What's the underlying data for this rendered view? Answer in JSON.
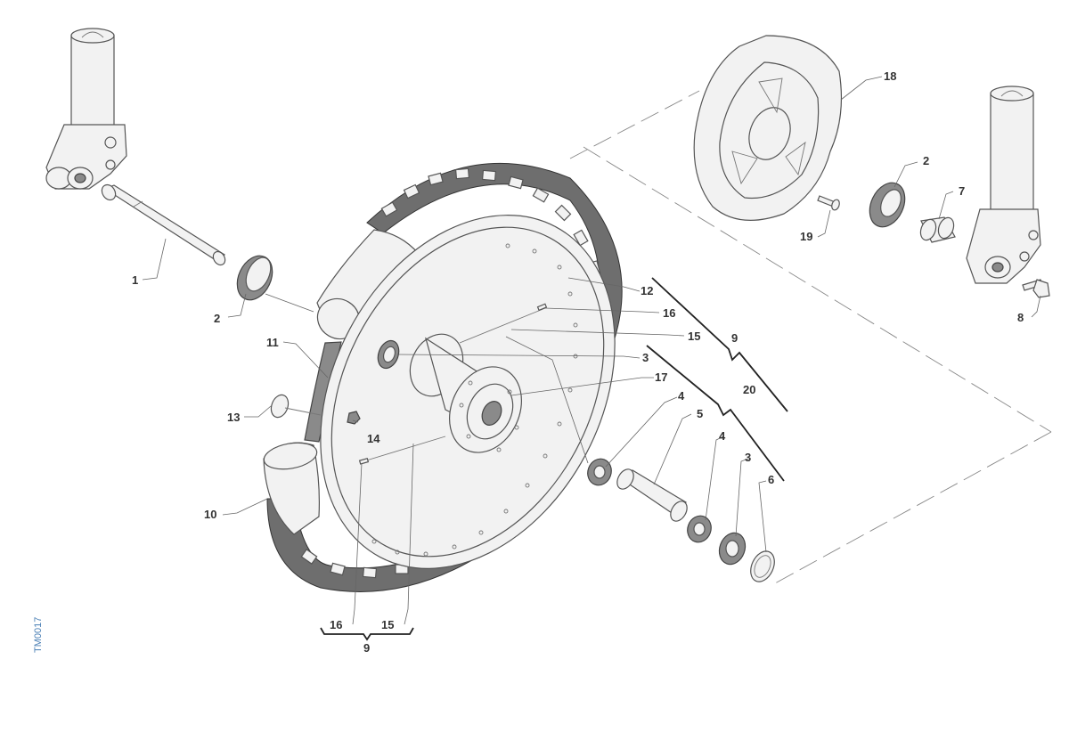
{
  "diagram": {
    "reference_code": "TM0017",
    "callouts": [
      {
        "id": "c1",
        "text": "1"
      },
      {
        "id": "c2a",
        "text": "2"
      },
      {
        "id": "c2b",
        "text": "2"
      },
      {
        "id": "c3a",
        "text": "3"
      },
      {
        "id": "c3b",
        "text": "3"
      },
      {
        "id": "c4a",
        "text": "4"
      },
      {
        "id": "c4b",
        "text": "4"
      },
      {
        "id": "c5",
        "text": "5"
      },
      {
        "id": "c6",
        "text": "6"
      },
      {
        "id": "c7",
        "text": "7"
      },
      {
        "id": "c8",
        "text": "8"
      },
      {
        "id": "c9a",
        "text": "9"
      },
      {
        "id": "c9b",
        "text": "9"
      },
      {
        "id": "c10",
        "text": "10"
      },
      {
        "id": "c11",
        "text": "11"
      },
      {
        "id": "c12",
        "text": "12"
      },
      {
        "id": "c13",
        "text": "13"
      },
      {
        "id": "c14",
        "text": "14"
      },
      {
        "id": "c15a",
        "text": "15"
      },
      {
        "id": "c15b",
        "text": "15"
      },
      {
        "id": "c16a",
        "text": "16"
      },
      {
        "id": "c16b",
        "text": "16"
      },
      {
        "id": "c17",
        "text": "17"
      },
      {
        "id": "c18",
        "text": "18"
      },
      {
        "id": "c19",
        "text": "19"
      },
      {
        "id": "c20",
        "text": "20"
      }
    ]
  }
}
